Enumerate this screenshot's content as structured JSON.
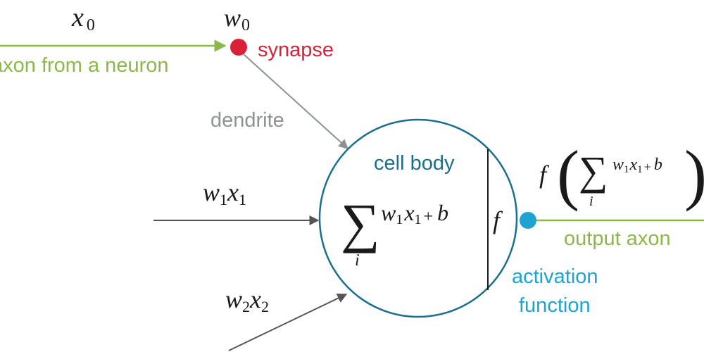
{
  "colors": {
    "green": "#8cb84a",
    "red": "#d9213a",
    "gray": "#8c9393",
    "teal": "#1b6e8c",
    "blue": "#1ea3d3",
    "black": "#1a1a1a"
  },
  "labels": {
    "x0_var": "x",
    "x0_sub": "0",
    "w0_var": "w",
    "w0_sub": "0",
    "axon_from_neuron": "axon from a neuron",
    "synapse": "synapse",
    "dendrite": "dendrite",
    "cell_body": "cell body",
    "w1x1_w": "w",
    "w1x1_w_sub": "1",
    "w1x1_x": "x",
    "w1x1_x_sub": "1",
    "w2x2_w": "w",
    "w2x2_w_sub": "2",
    "w2x2_x": "x",
    "w2x2_x_sub": "2",
    "sum_symbol": "∑",
    "sum_index": "i",
    "sum_w": "w",
    "sum_w_sub": "1",
    "sum_x": "x",
    "sum_x_sub": "1",
    "sum_plus": "+",
    "sum_b": "b",
    "f_inside": "f",
    "out_f": "f",
    "out_paren_open": "(",
    "out_paren_close": ")",
    "out_sum_symbol": "∑",
    "out_sum_index": "i",
    "out_w": "w",
    "out_w_sub": "1",
    "out_x": "x",
    "out_x_sub": "1",
    "out_plus": "+",
    "out_b": "b",
    "output_axon": "output axon",
    "activation_line1": "activation",
    "activation_line2": "function"
  }
}
